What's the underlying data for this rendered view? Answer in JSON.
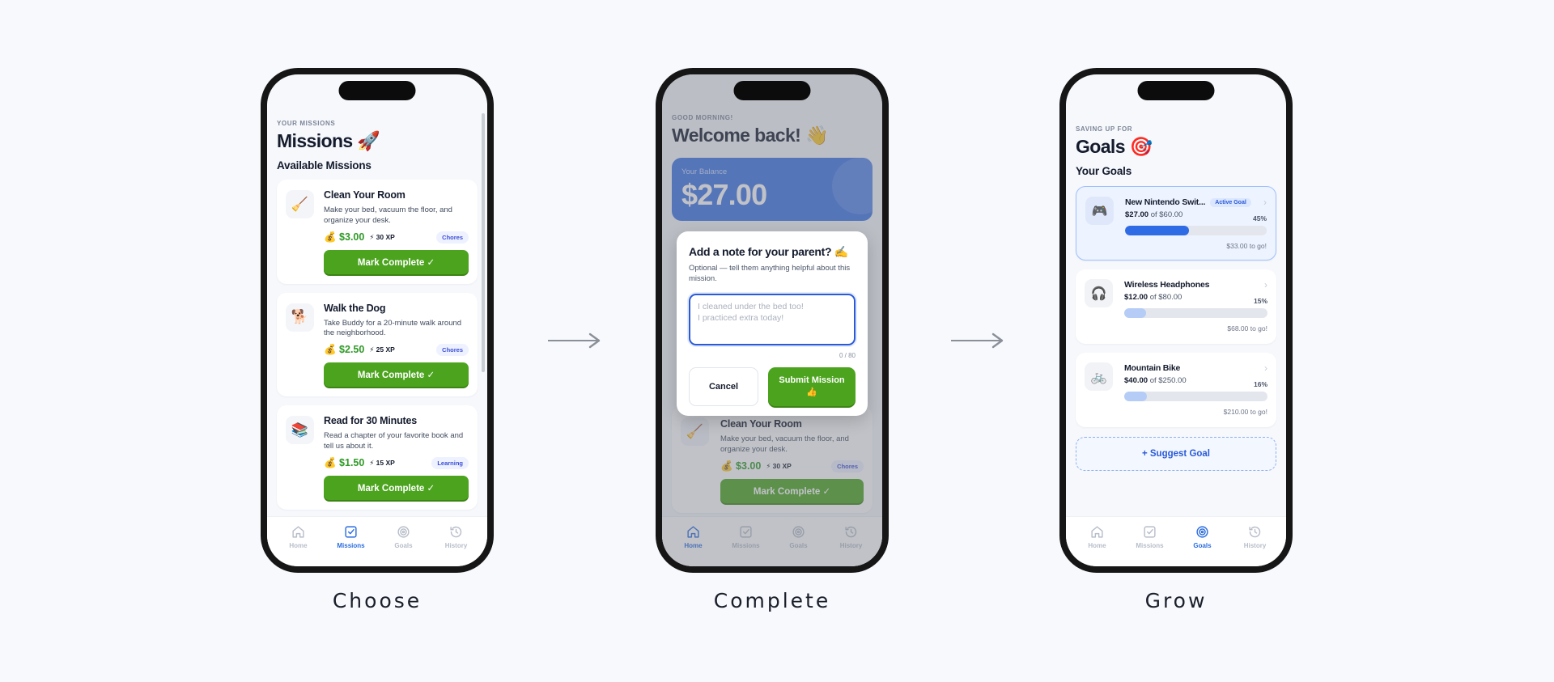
{
  "captions": [
    "Choose",
    "Complete",
    "Grow"
  ],
  "tabs": [
    "Home",
    "Missions",
    "Goals",
    "History"
  ],
  "missions_screen": {
    "eyebrow": "YOUR MISSIONS",
    "title": "Missions 🚀",
    "section": "Available Missions",
    "missions": [
      {
        "icon": "🧹",
        "title": "Clean Your Room",
        "desc": "Make your bed, vacuum the floor, and organize your desk.",
        "reward": "💰 $3.00",
        "xp": "⚡ 30 XP",
        "tag": "Chores",
        "button": "Mark Complete  ✓"
      },
      {
        "icon": "🐕",
        "title": "Walk the Dog",
        "desc": "Take Buddy for a 20-minute walk around the neighborhood.",
        "reward": "💰 $2.50",
        "xp": "⚡ 25 XP",
        "tag": "Chores",
        "button": "Mark Complete  ✓"
      },
      {
        "icon": "📚",
        "title": "Read for 30 Minutes",
        "desc": "Read a chapter of your favorite book and tell us about it.",
        "reward": "💰 $1.50",
        "xp": "⚡ 15 XP",
        "tag": "Learning",
        "button": "Mark Complete  ✓"
      }
    ]
  },
  "home_screen": {
    "eyebrow": "GOOD MORNING!",
    "title": "Welcome back! 👋",
    "balance_label": "Your Balance",
    "balance_value": "$27.00",
    "mission": {
      "icon": "🧹",
      "title": "Clean Your Room",
      "desc": "Make your bed, vacuum the floor, and organize your desk.",
      "reward": "💰 $3.00",
      "xp": "⚡ 30 XP",
      "tag": "Chores",
      "button": "Mark Complete  ✓"
    },
    "dialog": {
      "title": "Add a note for your parent? ✍️",
      "subtitle": "Optional — tell them anything helpful about this mission.",
      "placeholder": "I cleaned under the bed too!\nI practiced extra today!",
      "counter": "0 / 80",
      "cancel": "Cancel",
      "submit": "Submit Mission 👍"
    }
  },
  "goals_screen": {
    "eyebrow": "SAVING UP FOR",
    "title": "Goals 🎯",
    "section": "Your Goals",
    "goals": [
      {
        "icon": "🎮",
        "title": "New Nintendo Swit...",
        "badge": "Active Goal",
        "saved": "$27.00",
        "target": "of $60.00",
        "percent": "45%",
        "progress": 0.45,
        "to_go": "$33.00 to go!"
      },
      {
        "icon": "🎧",
        "title": "Wireless Headphones",
        "saved": "$12.00",
        "target": "of $80.00",
        "percent": "15%",
        "progress": 0.15,
        "to_go": "$68.00 to go!"
      },
      {
        "icon": "🚲",
        "title": "Mountain Bike",
        "saved": "$40.00",
        "target": "of $250.00",
        "percent": "16%",
        "progress": 0.16,
        "to_go": "$210.00 to go!"
      }
    ],
    "suggest": "+ Suggest Goal"
  },
  "colors": {
    "accent": "#2a6ce0",
    "green": "#4ca41e",
    "money": "#2e9a26",
    "background": "#f7f9fd"
  }
}
